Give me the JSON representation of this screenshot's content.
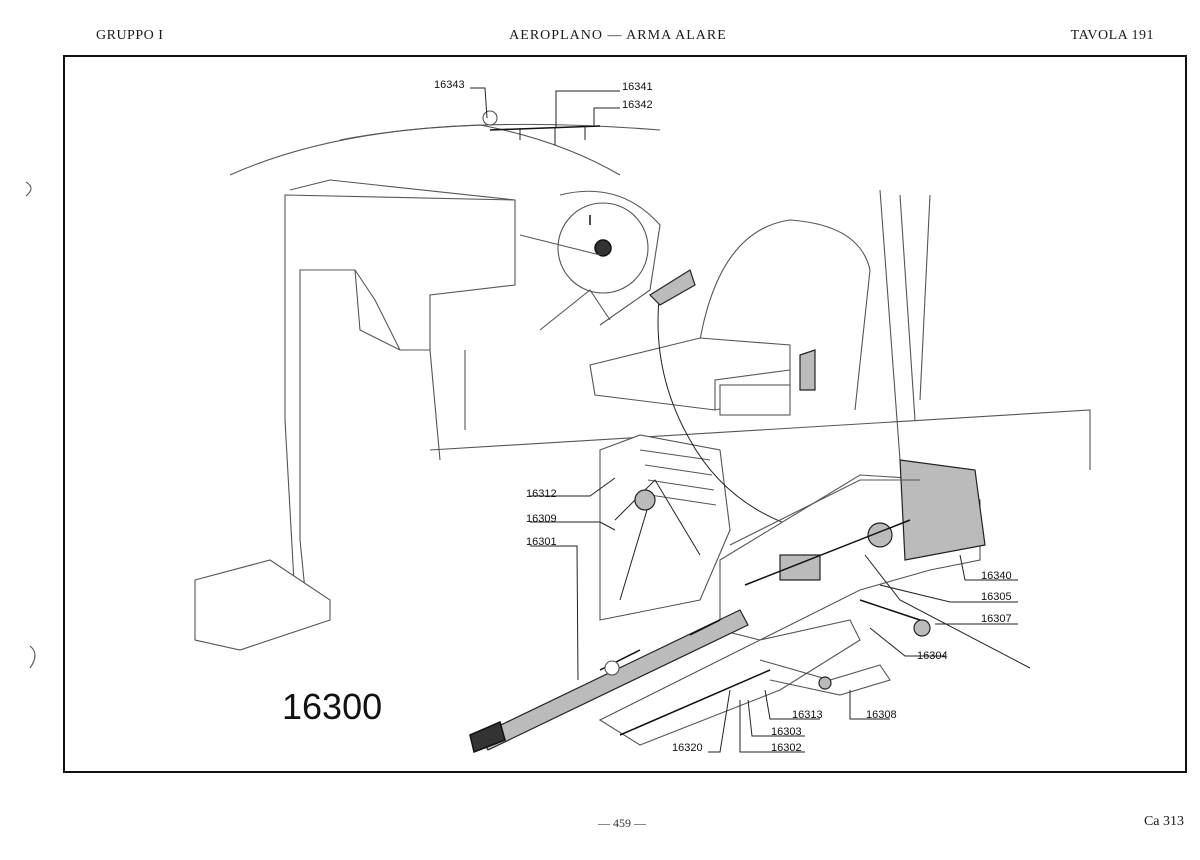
{
  "header": {
    "left": "GRUPPO I",
    "center": "AEROPLANO — ARMA ALARE",
    "right": "TAVOLA 191"
  },
  "diagram": {
    "assembly_number": "16300",
    "callouts": [
      "16343",
      "16341",
      "16342",
      "16312",
      "16309",
      "16301",
      "16340",
      "16305",
      "16307",
      "16304",
      "16313",
      "16308",
      "16303",
      "16320",
      "16302"
    ]
  },
  "footer": {
    "page": "— 459 —",
    "code": "Ca 313"
  }
}
